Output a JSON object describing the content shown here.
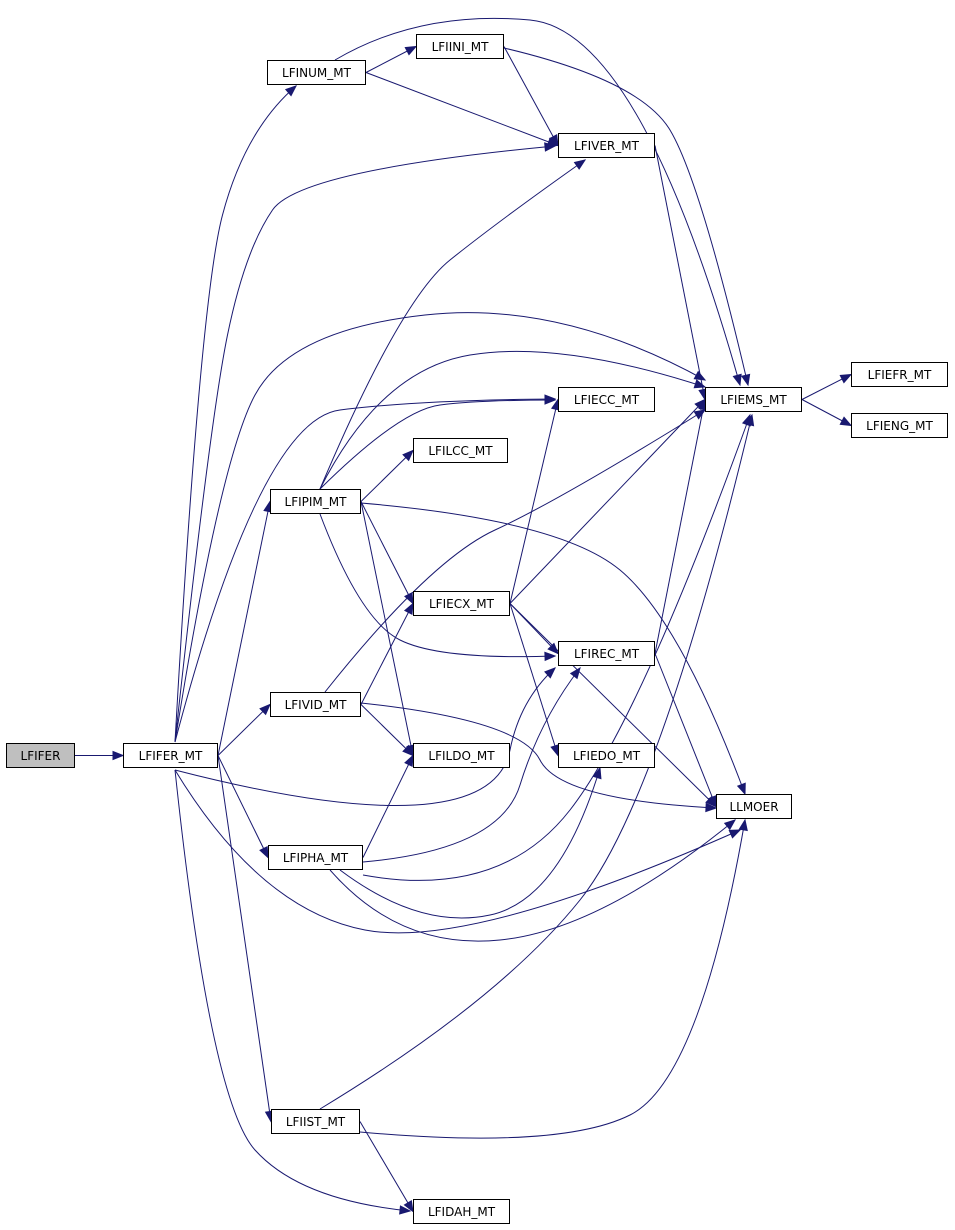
{
  "colors": {
    "edge": "#191970",
    "root_fill": "#bfbfbf",
    "node_fill": "#ffffff",
    "border": "#000000"
  },
  "nodes": {
    "LFIFER": "LFIFER",
    "LFIFER_MT": "LFIFER_MT",
    "LFINUM_MT": "LFINUM_MT",
    "LFIINI_MT": "LFIINI_MT",
    "LFIVER_MT": "LFIVER_MT",
    "LFIEMS_MT": "LFIEMS_MT",
    "LFIEFR_MT": "LFIEFR_MT",
    "LFIENG_MT": "LFIENG_MT",
    "LFIECC_MT": "LFIECC_MT",
    "LFILCC_MT": "LFILCC_MT",
    "LFIPIM_MT": "LFIPIM_MT",
    "LFIECX_MT": "LFIECX_MT",
    "LFIREC_MT": "LFIREC_MT",
    "LFIVID_MT": "LFIVID_MT",
    "LFILDO_MT": "LFILDO_MT",
    "LFIEDO_MT": "LFIEDO_MT",
    "LLMOER": "LLMOER",
    "LFIPHA_MT": "LFIPHA_MT",
    "LFIIST_MT": "LFIIST_MT",
    "LFIDAH_MT": "LFIDAH_MT"
  },
  "edges": [
    [
      "LFIFER",
      "LFIFER_MT"
    ],
    [
      "LFIFER_MT",
      "LFINUM_MT"
    ],
    [
      "LFIFER_MT",
      "LFIVER_MT"
    ],
    [
      "LFIFER_MT",
      "LFIEMS_MT"
    ],
    [
      "LFIFER_MT",
      "LFIECC_MT"
    ],
    [
      "LFIFER_MT",
      "LFIPIM_MT"
    ],
    [
      "LFIFER_MT",
      "LFIVID_MT"
    ],
    [
      "LFIFER_MT",
      "LFIREC_MT"
    ],
    [
      "LFIFER_MT",
      "LFIPHA_MT"
    ],
    [
      "LFIFER_MT",
      "LLMOER"
    ],
    [
      "LFIFER_MT",
      "LFIIST_MT"
    ],
    [
      "LFIFER_MT",
      "LFIDAH_MT"
    ],
    [
      "LFINUM_MT",
      "LFIINI_MT"
    ],
    [
      "LFINUM_MT",
      "LFIVER_MT"
    ],
    [
      "LFINUM_MT",
      "LFIEMS_MT"
    ],
    [
      "LFIINI_MT",
      "LFIVER_MT"
    ],
    [
      "LFIINI_MT",
      "LFIEMS_MT"
    ],
    [
      "LFIVER_MT",
      "LFIEMS_MT"
    ],
    [
      "LFIEMS_MT",
      "LFIEFR_MT"
    ],
    [
      "LFIEMS_MT",
      "LFIENG_MT"
    ],
    [
      "LFIPIM_MT",
      "LFIVER_MT"
    ],
    [
      "LFIPIM_MT",
      "LFIEMS_MT"
    ],
    [
      "LFIPIM_MT",
      "LFIECC_MT"
    ],
    [
      "LFIPIM_MT",
      "LFILCC_MT"
    ],
    [
      "LFIPIM_MT",
      "LFIECX_MT"
    ],
    [
      "LFIPIM_MT",
      "LFIREC_MT"
    ],
    [
      "LFIPIM_MT",
      "LFILDO_MT"
    ],
    [
      "LFIPIM_MT",
      "LLMOER"
    ],
    [
      "LFIECX_MT",
      "LFIECC_MT"
    ],
    [
      "LFIECX_MT",
      "LFIEMS_MT"
    ],
    [
      "LFIECX_MT",
      "LFIREC_MT"
    ],
    [
      "LFIECX_MT",
      "LFIEDO_MT"
    ],
    [
      "LFIECX_MT",
      "LLMOER"
    ],
    [
      "LFIREC_MT",
      "LFIEMS_MT"
    ],
    [
      "LFIREC_MT",
      "LLMOER"
    ],
    [
      "LFIVID_MT",
      "LFIEMS_MT"
    ],
    [
      "LFIVID_MT",
      "LFIECX_MT"
    ],
    [
      "LFIVID_MT",
      "LFILDO_MT"
    ],
    [
      "LFIVID_MT",
      "LLMOER"
    ],
    [
      "LFIPHA_MT",
      "LFILDO_MT"
    ],
    [
      "LFIPHA_MT",
      "LFIREC_MT"
    ],
    [
      "LFIPHA_MT",
      "LFIEDO_MT"
    ],
    [
      "LFIPHA_MT",
      "LFIEMS_MT"
    ],
    [
      "LFIPHA_MT",
      "LLMOER"
    ],
    [
      "LFIIST_MT",
      "LFIEMS_MT"
    ],
    [
      "LFIIST_MT",
      "LLMOER"
    ],
    [
      "LFIIST_MT",
      "LFIDAH_MT"
    ]
  ]
}
